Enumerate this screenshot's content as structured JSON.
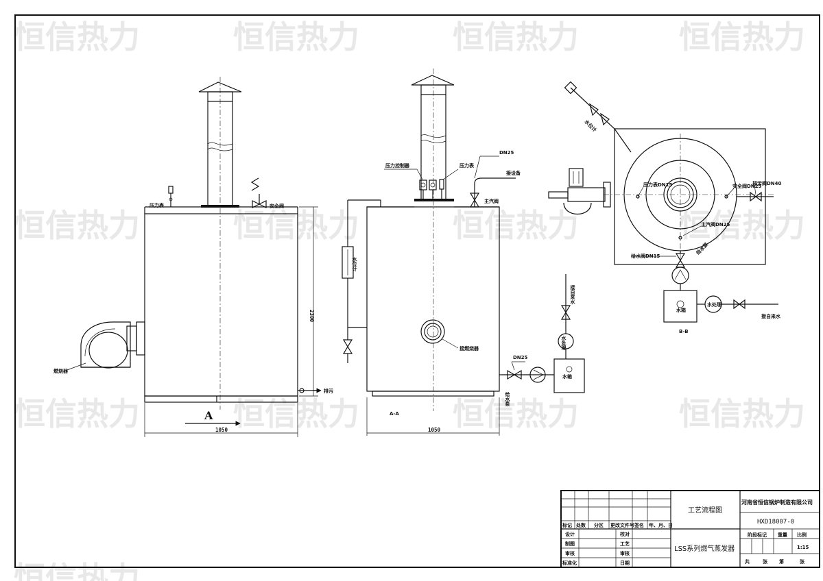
{
  "watermark": "恒信热力",
  "elevation_view": {
    "labels": {
      "pressure_gauge": "压力表",
      "safety_valve": "安全阀",
      "burner": "燃烧器",
      "drain": "排污",
      "view_marker": "A",
      "height_dim": "2300",
      "width_dim": "1050"
    }
  },
  "section_aa": {
    "labels": {
      "pressure_controller": "压力控制器",
      "pressure_gauge": "压力表",
      "dn25_top": "DN25",
      "to_equipment": "接设备",
      "main_steam_valve": "主汽阀",
      "water_level_gauge": "水位计",
      "burner_connection": "接燃烧器",
      "dn25_bottom": "DN25",
      "feed_pump": "给水泵",
      "tap_water": "接自来水",
      "water_treatment": "水处理",
      "water_tank": "水箱",
      "section_name": "A-A",
      "width_dim": "1050"
    }
  },
  "section_bb": {
    "labels": {
      "water_level_gauge": "水位计",
      "pressure_gauge_dn15": "压力表DN15",
      "safety_valve_dn25": "安全阀DN25",
      "blowdown_valve_dn40": "排污阀DN40",
      "main_steam_valve_dn25": "主汽阀DN25",
      "feed_valve_dn15": "给水阀DN15",
      "feed_pump": "给水泵",
      "water_tank": "水箱",
      "water_treatment": "水处理",
      "tap_water": "接自来水",
      "section_name": "B-B"
    }
  },
  "title_block": {
    "header_cols": [
      "标记",
      "处数",
      "分区",
      "更改文件号",
      "签名",
      "年、月、日"
    ],
    "rows_left": [
      "设计",
      "制图",
      "审核",
      "标准化"
    ],
    "rows_mid": [
      "校对",
      "工艺",
      "审核",
      "日期"
    ],
    "drawing_title": "工艺流程图",
    "product_name": "LSS系列燃气蒸发器",
    "company": "河南省恒信锅炉制造有限公司",
    "drawing_code": "HXD18007-0",
    "stage_label": "阶段标记",
    "weight_label": "重量",
    "scale_label": "比例",
    "scale_value": "1:15",
    "sheet_total": "共",
    "sheet_unit1": "张",
    "sheet_no": "第",
    "sheet_unit2": "张"
  }
}
